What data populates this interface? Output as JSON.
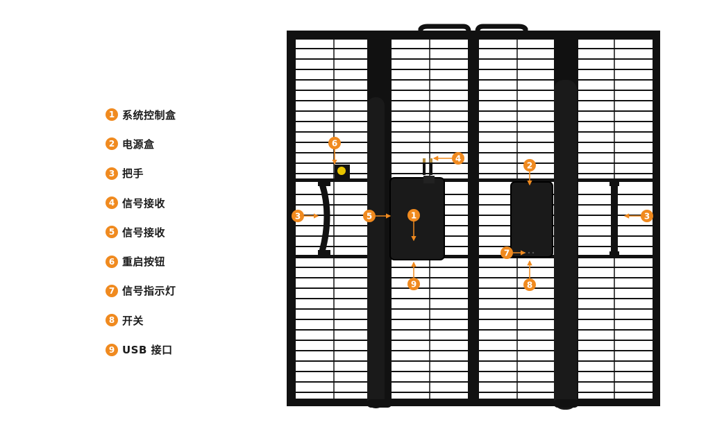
{
  "legend": {
    "items": [
      {
        "num": "1",
        "label": "系统控制盒"
      },
      {
        "num": "2",
        "label": "电源盒"
      },
      {
        "num": "3",
        "label": "把手"
      },
      {
        "num": "4",
        "label": "信号接收"
      },
      {
        "num": "5",
        "label": "信号接收"
      },
      {
        "num": "6",
        "label": "重启按钮"
      },
      {
        "num": "7",
        "label": "信号指示灯"
      },
      {
        "num": "8",
        "label": "开关"
      },
      {
        "num": "9",
        "label": "USB 接口"
      }
    ]
  },
  "callouts": [
    {
      "num": "1"
    },
    {
      "num": "2"
    },
    {
      "num": "3"
    },
    {
      "num": "3"
    },
    {
      "num": "4"
    },
    {
      "num": "5"
    },
    {
      "num": "6"
    },
    {
      "num": "7"
    },
    {
      "num": "8"
    },
    {
      "num": "9"
    }
  ],
  "colors": {
    "accent": "#f08a1f",
    "frame": "#111111",
    "button": "#e8c400"
  }
}
